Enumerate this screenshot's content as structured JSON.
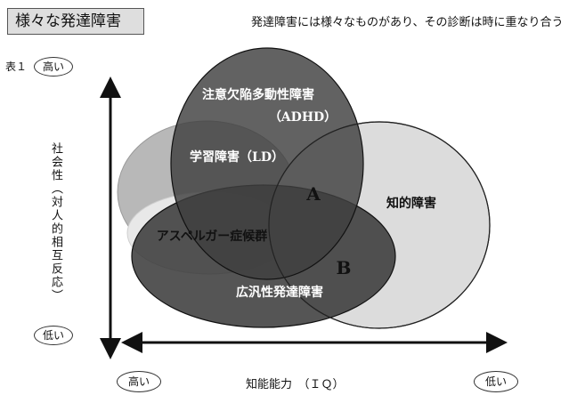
{
  "title": "様々な発達障害",
  "subtitle": "発達障害には様々なものがあり、その診断は時に重なり合う",
  "table_label": "表１",
  "y_axis": {
    "label": "社会性（対人的相互反応）",
    "high": "高い",
    "low": "低い"
  },
  "x_axis": {
    "label": "知能能力　（ＩＱ）",
    "high": "高い",
    "low": "低い"
  },
  "sets": {
    "adhd_line1": "注意欠陥多動性障害",
    "adhd_line2": "（ADHD）",
    "ld": "学習障害（LD）",
    "asperger": "アスペルガー症候群",
    "intellectual": "知的障害",
    "pdd": "広汎性発達障害"
  },
  "regions": {
    "a": "A",
    "b": "B"
  },
  "colors": {
    "adhd": "#4a4a4a",
    "ld": "#b8b8b8",
    "asperger": "#e6e6e6",
    "intellectual": "#dcdcdc",
    "pdd": "#3a3a3a",
    "title_bg": "#dedede"
  }
}
